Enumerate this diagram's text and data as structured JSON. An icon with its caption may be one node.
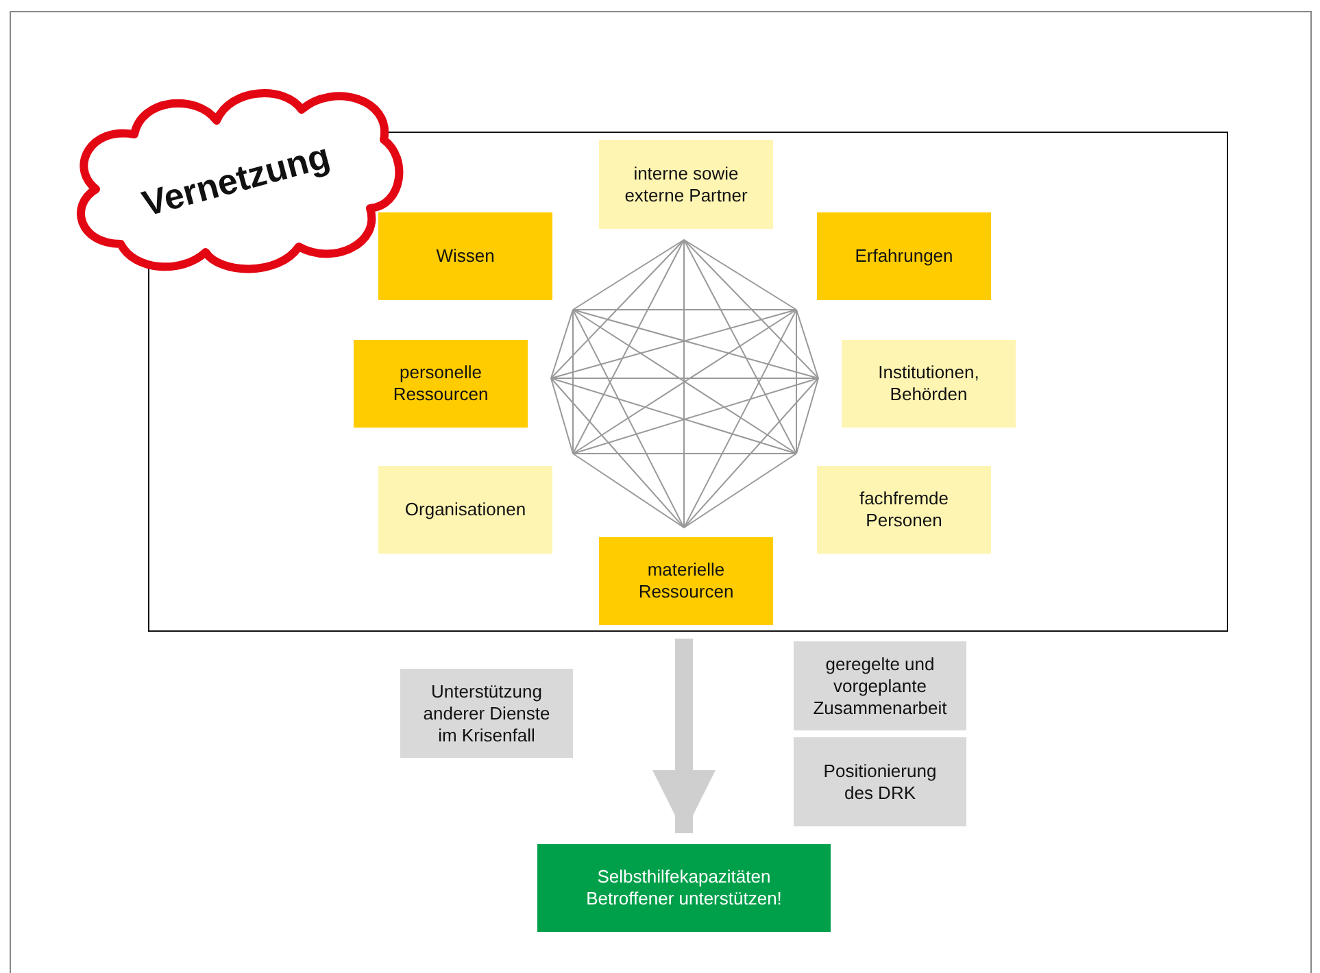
{
  "diagram": {
    "nodes": [
      {
        "text": [],
        "shape": "box"
      },
      {
        "text": [
          "Vernetzung"
        ]
      },
      {
        "text": [
          "interne sowie externe Partner"
        ],
        "in": 0
      },
      {
        "text": [
          "Wissen"
        ],
        "in": 0
      },
      {
        "text": [
          "Erfahrungen"
        ],
        "in": 0
      },
      {
        "text": [
          "personelle Ressourcen"
        ],
        "in": 0
      },
      {
        "text": [
          "Institutionen, Behörden"
        ],
        "in": 0
      },
      {
        "text": [
          "Organisationen"
        ],
        "in": 0
      },
      {
        "text": [
          "fachfremde Personen"
        ],
        "in": 0
      },
      {
        "text": [
          "materielle Ressourcen"
        ],
        "in": 0
      },
      {
        "text": [
          "Unterstützung anderer Dienste im Krisenfall"
        ]
      },
      {
        "text": [
          "geregelte und vorgeplante Zusammenarbeit"
        ]
      },
      {
        "text": [
          "Positionierung des DRK"
        ]
      },
      {
        "text": [
          "Selbsthilfekapazitäten Betroffener unterstützen!"
        ]
      }
    ],
    "edges": [
      {
        "from": 0,
        "to": 13,
        "arrow": "to"
      }
    ]
  }
}
